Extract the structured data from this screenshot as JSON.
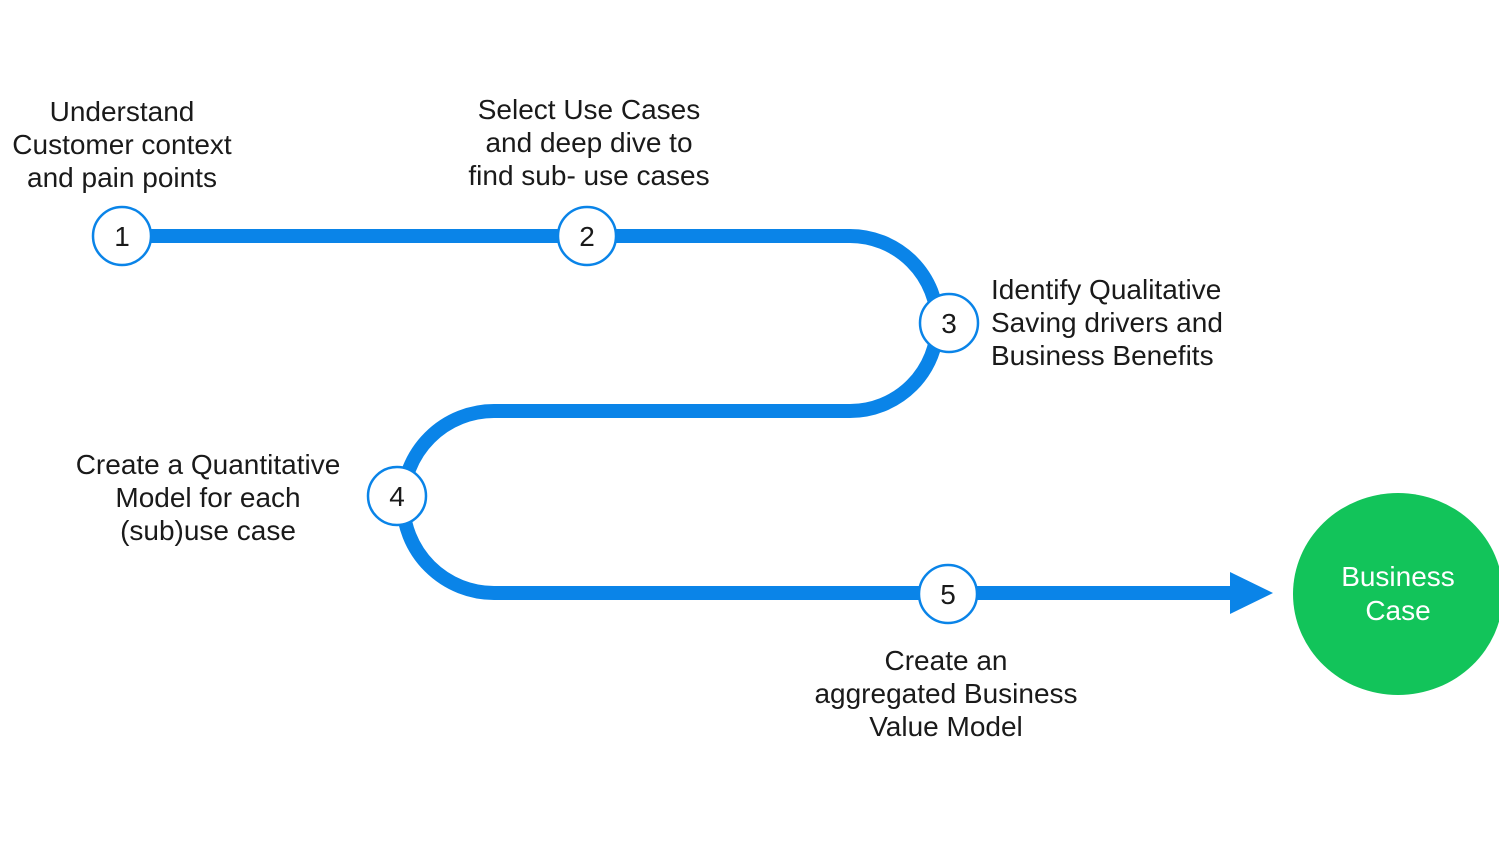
{
  "colors": {
    "path": "#0a84e8",
    "node_border": "#0a84e8",
    "node_fill": "#ffffff",
    "goal_fill": "#12c45a",
    "text": "#1a1a1a",
    "goal_text": "#ffffff"
  },
  "steps": [
    {
      "number": "1",
      "label_lines": [
        "Understand",
        "Customer context",
        "and pain points"
      ]
    },
    {
      "number": "2",
      "label_lines": [
        "Select Use Cases",
        "and deep dive to",
        "find sub- use cases"
      ]
    },
    {
      "number": "3",
      "label_lines": [
        "Identify Qualitative",
        "Saving drivers and",
        "Business Benefits"
      ]
    },
    {
      "number": "4",
      "label_lines": [
        "Create a Quantitative",
        "Model for each",
        "(sub)use case"
      ]
    },
    {
      "number": "5",
      "label_lines": [
        "Create an",
        "aggregated Business",
        "Value Model"
      ]
    }
  ],
  "goal": {
    "label_lines": [
      "Business",
      "Case"
    ]
  }
}
